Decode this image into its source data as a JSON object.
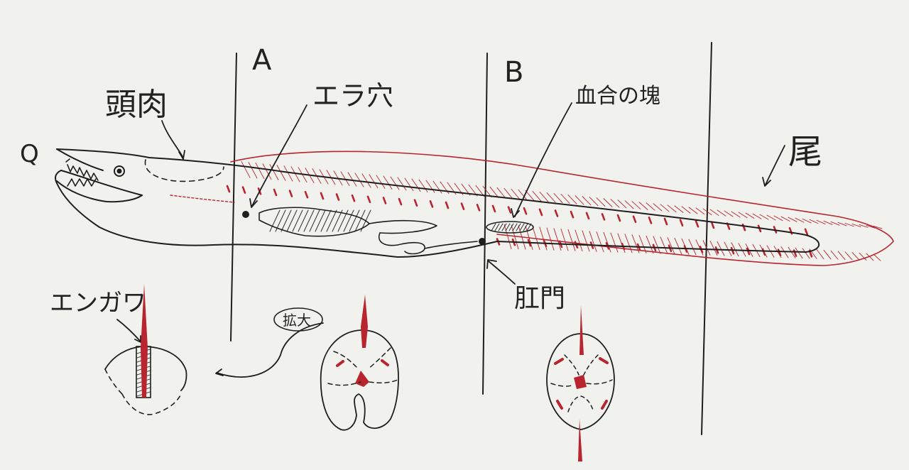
{
  "labels": {
    "head_meat": "頭肉",
    "gill_hole": "エラ穴",
    "blood_lump": "血合の塊",
    "tail": "尾",
    "anus": "肛門",
    "engawa": "エンガワ",
    "enlarged": "拡大",
    "section_a": "A",
    "section_b": "B",
    "mouth_mark": "Q"
  },
  "colors": {
    "ink": "#1e1e1e",
    "red": "#b8252f",
    "paper": "#f1f1ee"
  }
}
